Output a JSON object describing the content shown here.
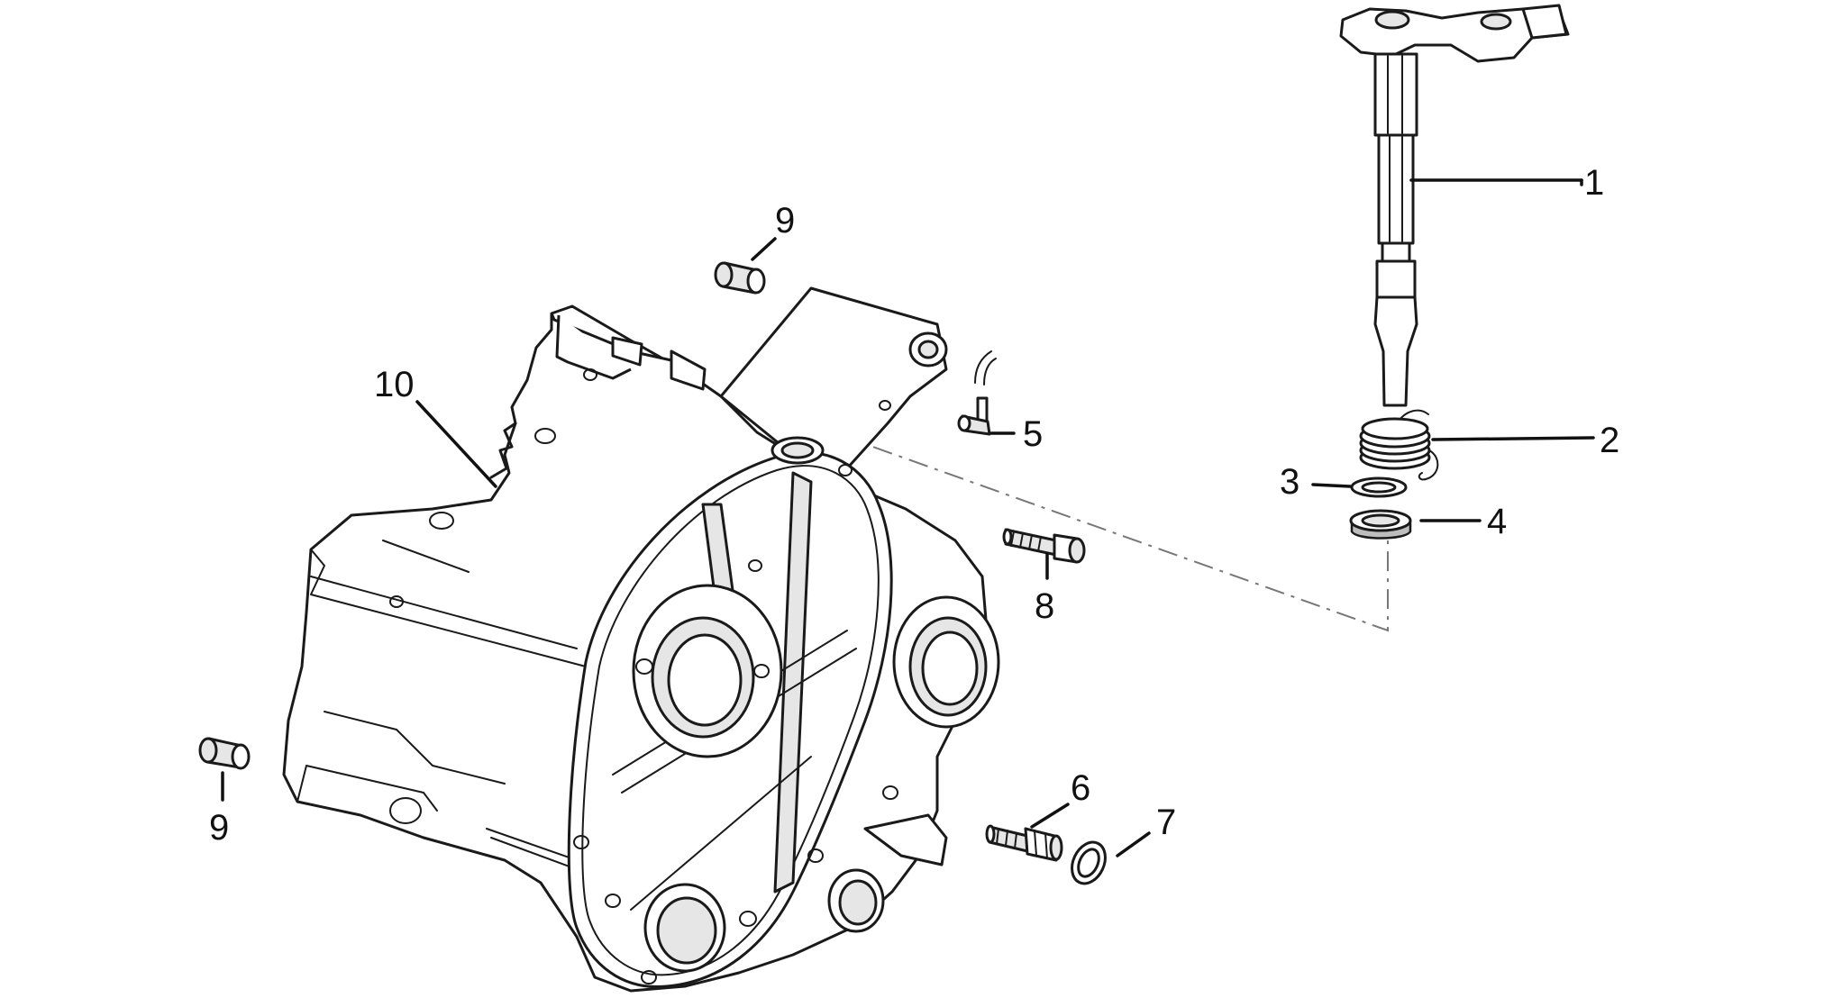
{
  "callouts": [
    {
      "id": "c1",
      "text": "1"
    },
    {
      "id": "c2",
      "text": "2"
    },
    {
      "id": "c3",
      "text": "3"
    },
    {
      "id": "c4",
      "text": "4"
    },
    {
      "id": "c5",
      "text": "5"
    },
    {
      "id": "c6",
      "text": "6"
    },
    {
      "id": "c7",
      "text": "7"
    },
    {
      "id": "c8",
      "text": "8"
    },
    {
      "id": "c9a",
      "text": "9"
    },
    {
      "id": "c9b",
      "text": "9"
    },
    {
      "id": "c10",
      "text": "10"
    }
  ],
  "colors": {
    "line": "#1a1a1a",
    "shade": "#e6e6e6",
    "background": "#ffffff"
  }
}
